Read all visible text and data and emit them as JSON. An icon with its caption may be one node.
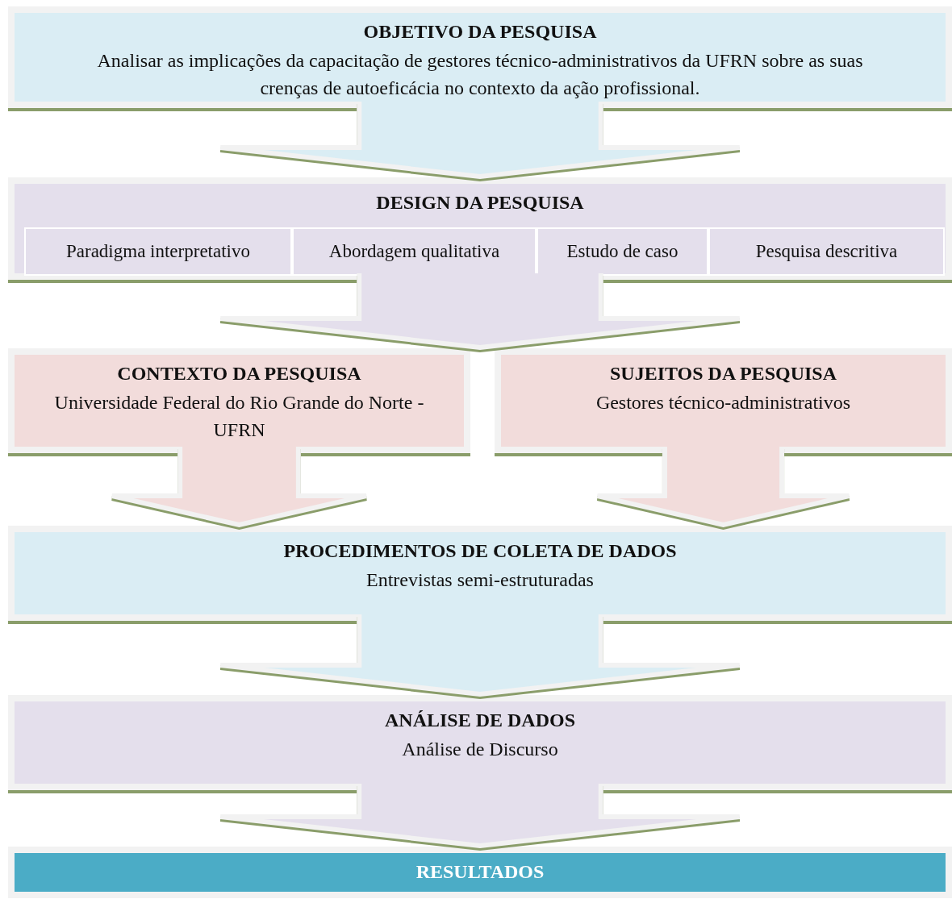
{
  "diagram": {
    "nodes": [
      {
        "text": [
          "OBJETIVO DA PESQUISA",
          "Analisar as implicações da capacitação de gestores técnico-administrativos da UFRN sobre as suas crenças de autoeficácia no contexto da ação profissional."
        ]
      },
      {
        "text": [
          "DESIGN DA PESQUISA"
        ]
      },
      {
        "text": [
          "Paradigma interpretativo"
        ],
        "in": 1
      },
      {
        "text": [
          "Abordagem qualitativa"
        ],
        "in": 1
      },
      {
        "text": [
          "Estudo de caso"
        ],
        "in": 1
      },
      {
        "text": [
          "Pesquisa descritiva"
        ],
        "in": 1
      },
      {
        "text": [
          "CONTEXTO DA PESQUISA",
          "Universidade Federal do Rio Grande do Norte - UFRN"
        ]
      },
      {
        "text": [
          "SUJEITOS DA PESQUISA",
          "Gestores técnico-administrativos"
        ]
      },
      {
        "text": [
          "PROCEDIMENTOS DE COLETA DE DADOS",
          "Entrevistas semi-estruturadas"
        ]
      },
      {
        "text": [
          "ANÁLISE DE DADOS",
          "Análise de Discurso"
        ]
      },
      {
        "text": [
          "RESULTADOS"
        ]
      }
    ],
    "edges": [
      {
        "from": 0,
        "to": 1,
        "arrow": "to"
      },
      {
        "from": 1,
        "to": 6,
        "arrow": "to"
      },
      {
        "from": 1,
        "to": 7,
        "arrow": "to"
      },
      {
        "from": 6,
        "to": 8,
        "arrow": "to"
      },
      {
        "from": 7,
        "to": 8,
        "arrow": "to"
      },
      {
        "from": 8,
        "to": 9,
        "arrow": "to"
      },
      {
        "from": 9,
        "to": 10,
        "arrow": "to"
      }
    ]
  }
}
